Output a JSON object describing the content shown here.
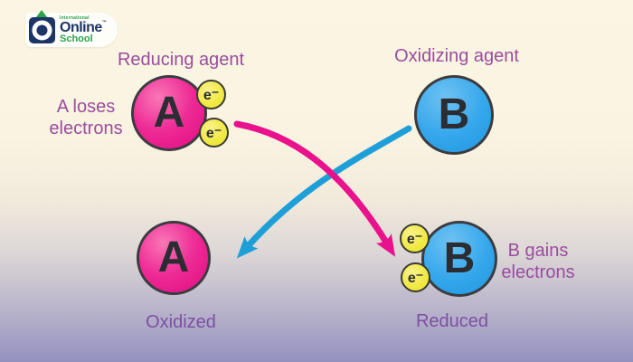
{
  "logo": {
    "brand_top": "International",
    "brand": "Online",
    "trademark": "™",
    "brand_sub": "School"
  },
  "labels": {
    "reducing_agent": "Reducing agent",
    "oxidizing_agent": "Oxidizing agent",
    "a_loses_line1": "A loses",
    "a_loses_line2": "electrons",
    "b_gains_line1": "B gains",
    "b_gains_line2": "electrons",
    "oxidized": "Oxidized",
    "reduced": "Reduced"
  },
  "atoms": {
    "a_top": {
      "symbol": "A",
      "electrons": [
        "e⁻",
        "e⁻"
      ]
    },
    "b_top": {
      "symbol": "B"
    },
    "a_bottom": {
      "symbol": "A"
    },
    "b_bottom": {
      "symbol": "B",
      "electrons": [
        "e⁻",
        "e⁻"
      ]
    }
  },
  "colors": {
    "arrow_pink": "#e9118c",
    "arrow_blue": "#1e9fd8",
    "atom_pink": "#e60c84",
    "atom_blue": "#2ea3ea",
    "electron_yellow": "#f0e83b",
    "label_purple": "#9a4c9e",
    "logo_navy": "#1d3566",
    "logo_green": "#2ba44d",
    "background_top": "#fbf5e3",
    "background_bottom": "#9491c0"
  }
}
